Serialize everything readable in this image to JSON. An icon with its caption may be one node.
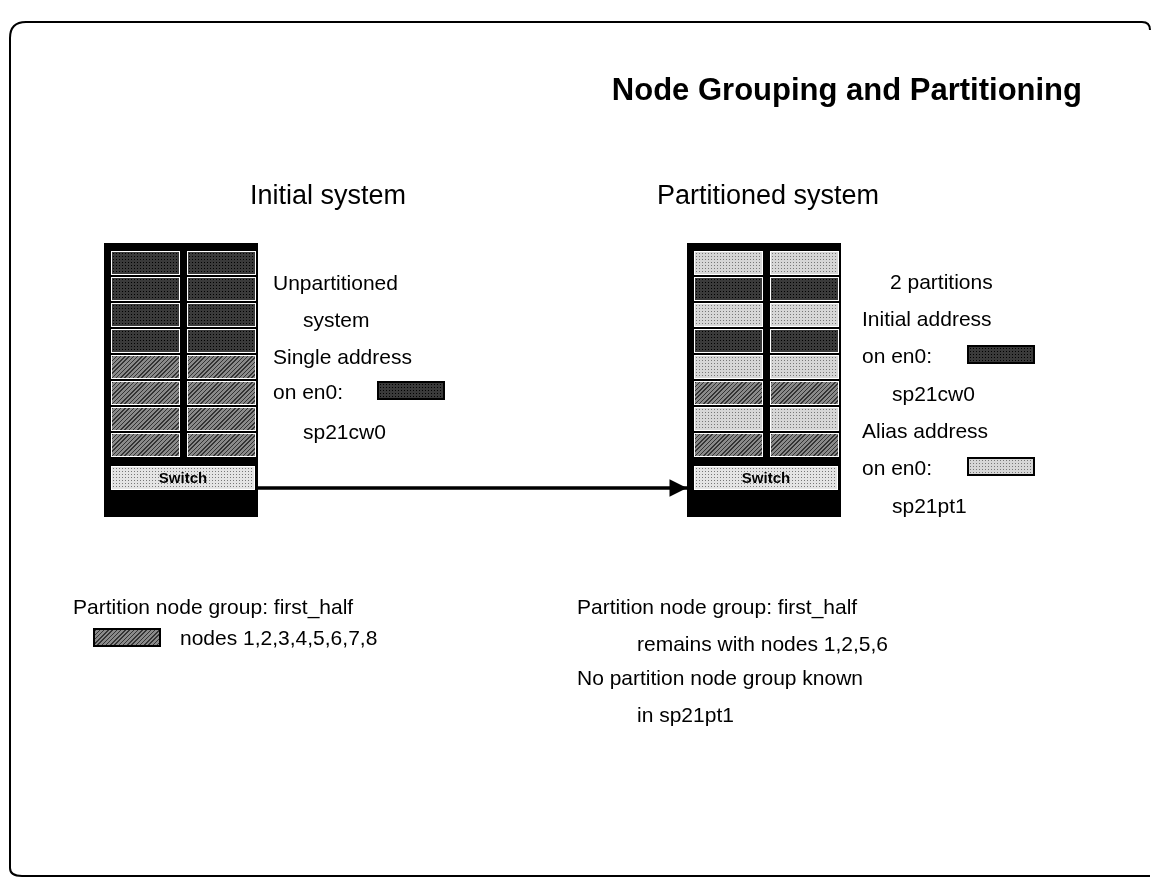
{
  "diagram": {
    "title": "Node Grouping and Partitioning",
    "nodes": [
      {
        "text": [
          "Initial system"
        ]
      },
      {
        "text": [],
        "shape": "box",
        "in": 0
      },
      {
        "text": [],
        "shape": "box",
        "in": 0
      },
      {
        "text": [],
        "shape": "box",
        "in": 0
      },
      {
        "text": [],
        "shape": "box",
        "in": 0
      },
      {
        "text": [],
        "shape": "box",
        "in": 0
      },
      {
        "text": [],
        "shape": "box",
        "in": 0
      },
      {
        "text": [],
        "shape": "box",
        "in": 0
      },
      {
        "text": [],
        "shape": "box",
        "in": 0
      },
      {
        "text": [],
        "shape": "box",
        "in": 0
      },
      {
        "text": [],
        "shape": "box",
        "in": 0
      },
      {
        "text": [],
        "shape": "box",
        "in": 0
      },
      {
        "text": [],
        "shape": "box",
        "in": 0
      },
      {
        "text": [],
        "shape": "box",
        "in": 0
      },
      {
        "text": [],
        "shape": "box",
        "in": 0
      },
      {
        "text": [],
        "shape": "box",
        "in": 0
      },
      {
        "text": [],
        "shape": "box",
        "in": 0
      },
      {
        "text": [
          "Switch"
        ],
        "in": 0
      },
      {
        "text": [
          "Partitioned system"
        ]
      },
      {
        "text": [],
        "shape": "box",
        "in": 18
      },
      {
        "text": [],
        "shape": "box",
        "in": 18
      },
      {
        "text": [],
        "shape": "box",
        "in": 18
      },
      {
        "text": [],
        "shape": "box",
        "in": 18
      },
      {
        "text": [],
        "shape": "box",
        "in": 18
      },
      {
        "text": [],
        "shape": "box",
        "in": 18
      },
      {
        "text": [],
        "shape": "box",
        "in": 18
      },
      {
        "text": [],
        "shape": "box",
        "in": 18
      },
      {
        "text": [],
        "shape": "box",
        "in": 18
      },
      {
        "text": [],
        "shape": "box",
        "in": 18
      },
      {
        "text": [],
        "shape": "box",
        "in": 18
      },
      {
        "text": [],
        "shape": "box",
        "in": 18
      },
      {
        "text": [],
        "shape": "box",
        "in": 18
      },
      {
        "text": [],
        "shape": "box",
        "in": 18
      },
      {
        "text": [],
        "shape": "box",
        "in": 18
      },
      {
        "text": [],
        "shape": "box",
        "in": 18
      },
      {
        "text": [
          "Switch"
        ],
        "in": 18
      }
    ],
    "edges": [
      {
        "from": 0,
        "to": 18,
        "arrow": "to"
      }
    ],
    "labels": [
      "Unpartitioned system",
      "Single address",
      "sp21cw0",
      "2 partitions",
      "Initial address",
      "sp21cw0",
      "Alias address",
      "sp21pt1",
      "Partition node group: first_half",
      "Partition node group: first_half remains with nodes 1,2,5,6",
      "No partition node group known in sp21pt1"
    ],
    "legend": [
      {
        "text": "on en0:",
        "color": "#3a3a3a"
      },
      {
        "text": "on en0:",
        "color": "#3a3a3a"
      },
      {
        "text": "on en0:",
        "color": "#d6d6d6"
      },
      {
        "text": "nodes 1,2,3,4,5,6,7,8",
        "color": "#8a8a8a"
      }
    ]
  }
}
